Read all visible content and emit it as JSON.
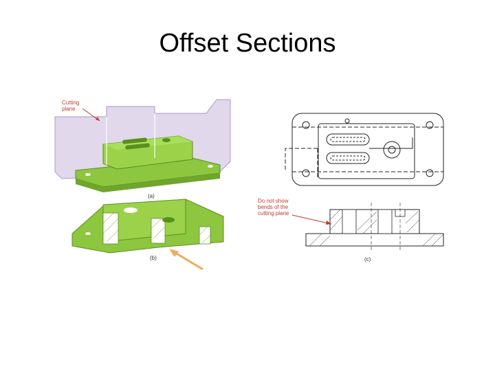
{
  "slide": {
    "title": "Offset Sections"
  },
  "figure": {
    "panel_a": {
      "label_line1": "Cutting",
      "label_line2": "plane",
      "caption": "(a)"
    },
    "panel_b": {
      "caption": "(b)"
    },
    "panel_c": {
      "note_line1": "Do not show",
      "note_line2": "bends of the",
      "note_line3": "cutting plane",
      "caption": "(c)"
    },
    "colors": {
      "part": "#8dc63f",
      "part_dark": "#5a8f1e",
      "plane": "#c9b8dc",
      "callout": "#c0392b",
      "arrow": "#f0a95a"
    }
  }
}
